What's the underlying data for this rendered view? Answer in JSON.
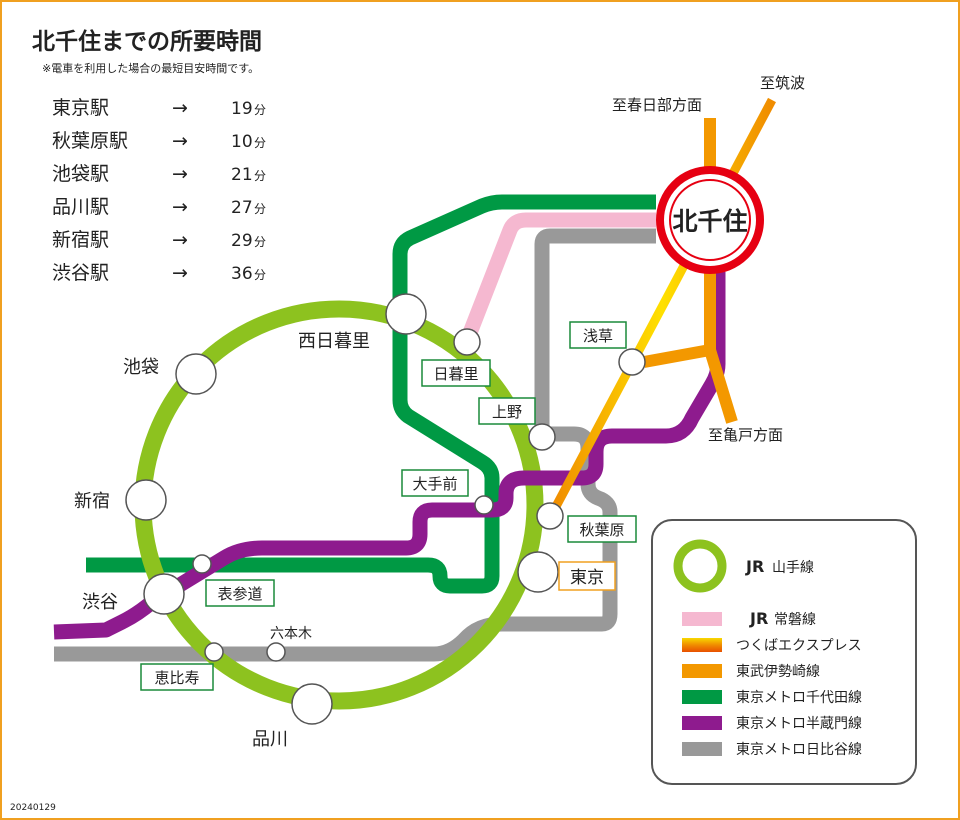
{
  "title": "北千住までの所要時間",
  "subtitle": "※電車を利用した場合の最短目安時間です。",
  "times": [
    {
      "station": "東京駅",
      "arrow": "→",
      "minutes": "19",
      "unit": "分"
    },
    {
      "station": "秋葉原駅",
      "arrow": "→",
      "minutes": "10",
      "unit": "分"
    },
    {
      "station": "池袋駅",
      "arrow": "→",
      "minutes": "21",
      "unit": "分"
    },
    {
      "station": "品川駅",
      "arrow": "→",
      "minutes": "27",
      "unit": "分"
    },
    {
      "station": "新宿駅",
      "arrow": "→",
      "minutes": "29",
      "unit": "分"
    },
    {
      "station": "渋谷駅",
      "arrow": "→",
      "minutes": "36",
      "unit": "分"
    }
  ],
  "stations": {
    "kitasenju": "北千住",
    "nishinippori": "西日暮里",
    "nippori": "日暮里",
    "ikebukuro": "池袋",
    "shinjuku": "新宿",
    "shibuya": "渋谷",
    "omotesando": "表参道",
    "ebisu": "恵比寿",
    "roppongi": "六本木",
    "shinagawa": "品川",
    "tokyo": "東京",
    "akihabara": "秋葉原",
    "otemachi": "大手前",
    "ueno": "上野",
    "asakusa": "浅草"
  },
  "directions": {
    "kasukabe": "至春日部方面",
    "tsukuba": "至筑波",
    "kameido": "至亀戸方面"
  },
  "legend": {
    "yamanote_jr": "JR",
    "yamanote_name": "山手線",
    "joban_jr": "JR",
    "joban_name": "常磐線",
    "tsukuba_express": "つくばエクスプレス",
    "tobu_isesaki": "東武伊勢崎線",
    "chiyoda": "東京メトロ千代田線",
    "hanzomon": "東京メトロ半蔵門線",
    "hibiya": "東京メトロ日比谷線"
  },
  "colors": {
    "yamanote": "#8dc21f",
    "joban": "#f5b8d0",
    "tsukuba_express": "#f08c00",
    "tobu": "#f39800",
    "chiyoda": "#009944",
    "hanzomon": "#8e1b8e",
    "hibiya": "#999999",
    "kitasenju_ring": "#e60012",
    "label_box_border": "#1a8a3a",
    "tokyo_box_border": "#f0a020",
    "frame": "#f0a020"
  },
  "icons": {
    "arrow": "right-arrow-icon",
    "station": "station-circle-icon"
  },
  "footer_code": "20240129"
}
